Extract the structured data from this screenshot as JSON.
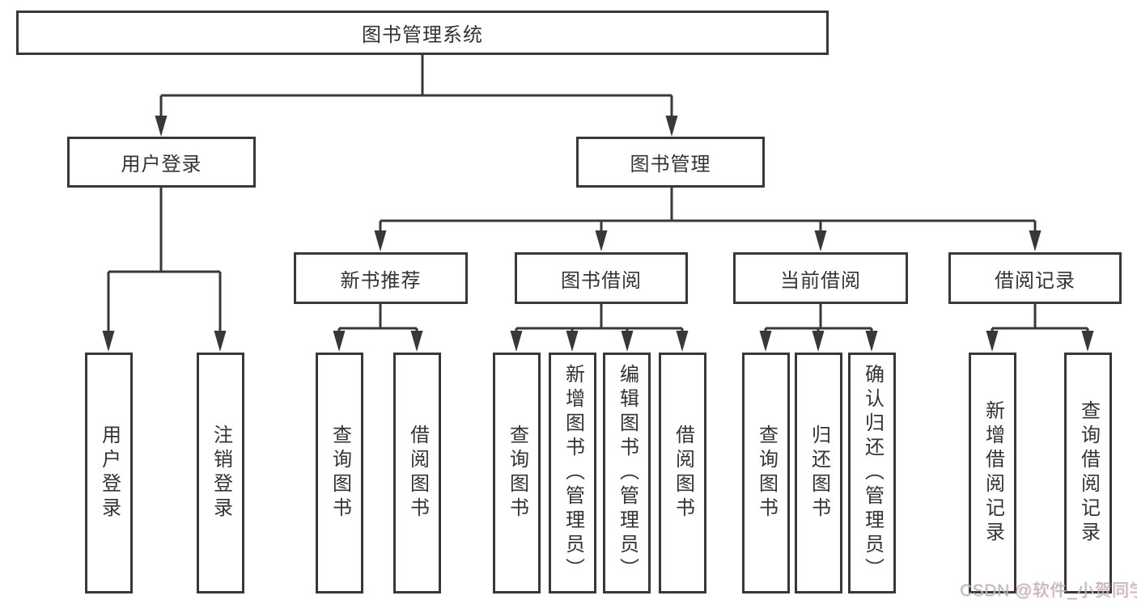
{
  "diagram": {
    "type": "hierarchy-flowchart",
    "title": "图书管理系统",
    "nodes": {
      "root": {
        "label": "图书管理系统"
      },
      "user_login": {
        "label": "用户登录"
      },
      "book_mgmt": {
        "label": "图书管理"
      },
      "new_book_rec": {
        "label": "新书推荐"
      },
      "book_borrow": {
        "label": "图书借阅"
      },
      "current_borrow": {
        "label": "当前借阅"
      },
      "borrow_records": {
        "label": "借阅记录"
      },
      "leaf_user_login": {
        "label": "用户登录"
      },
      "leaf_logout": {
        "label": "注销登录"
      },
      "leaf_rec_query_book": {
        "label": "查询图书"
      },
      "leaf_rec_borrow_book": {
        "label": "借阅图书"
      },
      "leaf_bb_query_book": {
        "label": "查询图书"
      },
      "leaf_bb_add_book": {
        "label": "新增图书（管理员）"
      },
      "leaf_bb_edit_book": {
        "label": "编辑图书（管理员）"
      },
      "leaf_bb_borrow_book": {
        "label": "借阅图书"
      },
      "leaf_cb_query_book": {
        "label": "查询图书"
      },
      "leaf_cb_return_book": {
        "label": "归还图书"
      },
      "leaf_cb_confirm_return": {
        "label": "确认归还（管理员）"
      },
      "leaf_br_add_record": {
        "label": "新增借阅记录"
      },
      "leaf_br_query_record": {
        "label": "查询借阅记录"
      }
    },
    "hierarchy": {
      "图书管理系统": {
        "用户登录": [
          "用户登录",
          "注销登录"
        ],
        "图书管理": {
          "新书推荐": [
            "查询图书",
            "借阅图书"
          ],
          "图书借阅": [
            "查询图书",
            "新增图书（管理员）",
            "编辑图书（管理员）",
            "借阅图书"
          ],
          "当前借阅": [
            "查询图书",
            "归还图书",
            "确认归还（管理员）"
          ],
          "借阅记录": [
            "新增借阅记录",
            "查询借阅记录"
          ]
        }
      }
    }
  },
  "watermark": {
    "text": "CSDN @软件_小贺同学"
  },
  "colors": {
    "line": "#383838",
    "box_border": "#383838",
    "text": "#333333",
    "watermark": "#b9b9b9",
    "background": "#ffffff"
  }
}
